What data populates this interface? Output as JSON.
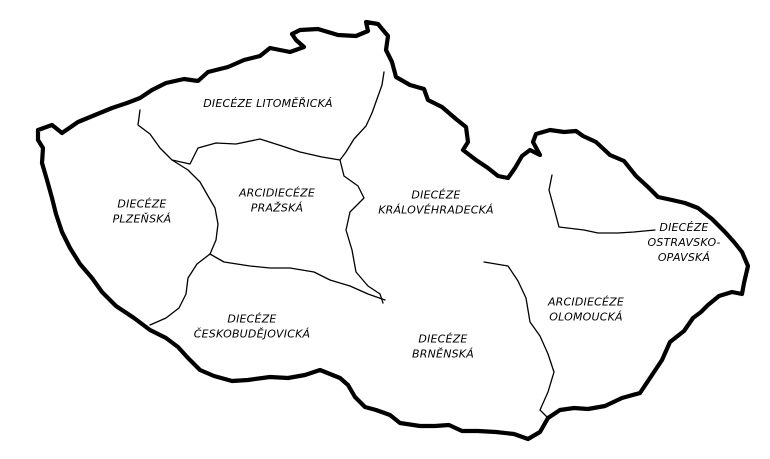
{
  "map": {
    "regions": [
      {
        "id": "litomericka",
        "lines": [
          "DIECÉZE LITOMĚŘICKÁ"
        ]
      },
      {
        "id": "plzenska",
        "lines": [
          "DIECÉZE",
          "PLZEŇSKÁ"
        ]
      },
      {
        "id": "prazska",
        "lines": [
          "ARCIDIECÉZE",
          "PRAŽSKÁ"
        ]
      },
      {
        "id": "kralovehradecka",
        "lines": [
          "DIECÉZE",
          "KRÁLOVÉHRADECKÁ"
        ]
      },
      {
        "id": "ceskobudejovicka",
        "lines": [
          "DIECÉZE",
          "ČESKOBUDĚJOVICKÁ"
        ]
      },
      {
        "id": "brnenska",
        "lines": [
          "DIECÉZE",
          "BRNĚNSKÁ"
        ]
      },
      {
        "id": "olomoucka",
        "lines": [
          "ARCIDIECÉZE",
          "OLOMOUCKÁ"
        ]
      },
      {
        "id": "ostravsko-opavska",
        "lines": [
          "DIECÉZE",
          "OSTRAVSKO-",
          "OPAVSKÁ"
        ]
      }
    ]
  }
}
